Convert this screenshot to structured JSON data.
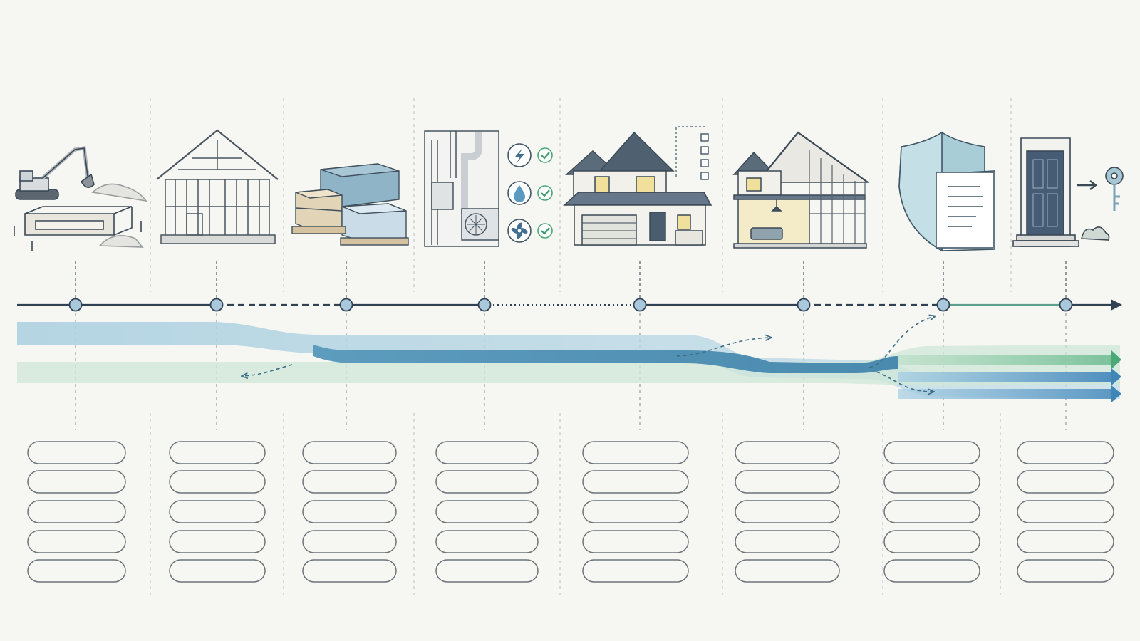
{
  "colors": {
    "background": "#f6f6f2",
    "ink": "#2f4153",
    "node_fill": "#a9c8db",
    "node_stroke": "#2f4153",
    "divider": "#c2c6c8",
    "band_blue_light": "#b7d6e4",
    "band_blue_dark": "#4f8fb2",
    "band_green": "#c8e3d1",
    "band_green_dark": "#5c9f8a",
    "arrow_green": "#4aa878",
    "arrow_blue": "#3f86b6",
    "pill_stroke": "#6d747a"
  },
  "stages": [
    {
      "icon": "excavator-foundation-icon",
      "line_style": "solid"
    },
    {
      "icon": "timber-frame-house-icon",
      "line_style": "dashed"
    },
    {
      "icon": "wrapped-materials-pallets-icon",
      "line_style": "solid"
    },
    {
      "icon": "utilities-hvac-icon",
      "line_style": "dotted"
    },
    {
      "icon": "finished-house-icon",
      "line_style": "solid"
    },
    {
      "icon": "house-cutaway-interior-icon",
      "line_style": "dashed"
    },
    {
      "icon": "shield-document-icon",
      "line_style": "green"
    },
    {
      "icon": "front-door-key-icon",
      "line_style": "dotted"
    }
  ],
  "utility_checks": [
    {
      "icon": "lightning-icon",
      "checked": true
    },
    {
      "icon": "water-drop-icon",
      "checked": true
    },
    {
      "icon": "fan-icon",
      "checked": true
    }
  ],
  "checklist_boxes": 4,
  "pill_rows_per_stage": 5
}
